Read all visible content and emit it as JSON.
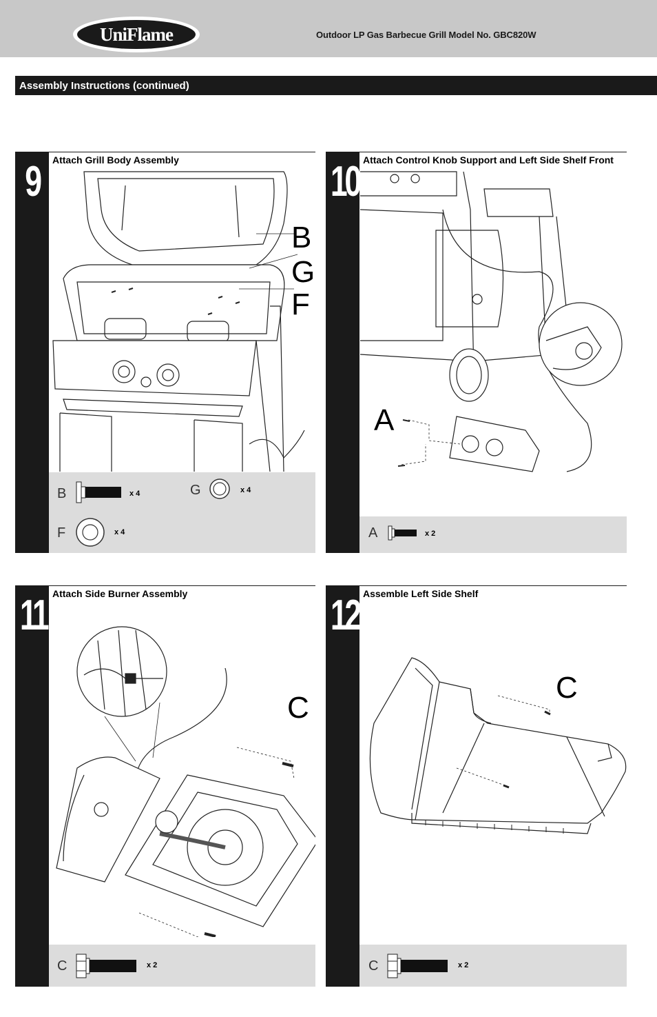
{
  "header": {
    "brand": "UniFlame",
    "title": "Outdoor LP Gas Barbecue Grill  Model No. GBC820W"
  },
  "section": {
    "title": "Assembly Instructions (continued)"
  },
  "steps": [
    {
      "number": "9",
      "title": "Attach Grill Body Assembly",
      "callouts": [
        "B",
        "G",
        "F"
      ],
      "parts": [
        {
          "label": "B",
          "qty": "x 4"
        },
        {
          "label": "G",
          "qty": "x 4"
        },
        {
          "label": "F",
          "qty": "x 4"
        }
      ]
    },
    {
      "number": "10",
      "title": "Attach Control Knob Support and Left Side Shelf Front",
      "callouts": [
        "A"
      ],
      "parts": [
        {
          "label": "A",
          "qty": "x 2"
        }
      ]
    },
    {
      "number": "11",
      "title": "Attach Side Burner Assembly",
      "callouts": [
        "C"
      ],
      "parts": [
        {
          "label": "C",
          "qty": "x 2"
        }
      ]
    },
    {
      "number": "12",
      "title": "Assemble Left Side Shelf",
      "callouts": [
        "C"
      ],
      "parts": [
        {
          "label": "C",
          "qty": "x 2"
        }
      ]
    }
  ]
}
